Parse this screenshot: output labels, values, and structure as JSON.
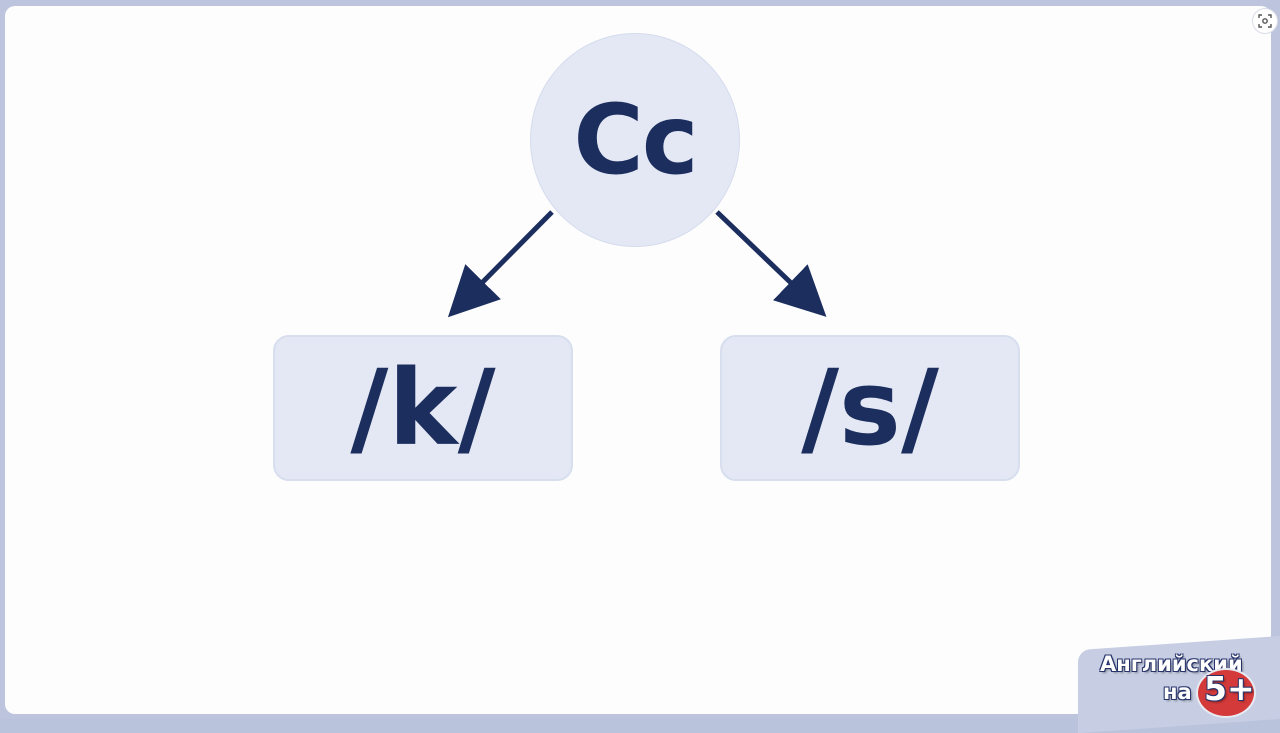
{
  "diagram": {
    "root_label": "Cc",
    "children": [
      {
        "label": "/k/"
      },
      {
        "label": "/s/"
      }
    ]
  },
  "logo": {
    "line1": "Английский",
    "line2": "на",
    "number": "5+"
  },
  "colors": {
    "node_fill": "#e3e8f4",
    "text": "#1c2e5e",
    "arrow": "#1c2e5e",
    "badge": "#d43a3a",
    "frame": "#bcc5dd"
  },
  "icons": {
    "corner_button": "screenshot-icon"
  }
}
